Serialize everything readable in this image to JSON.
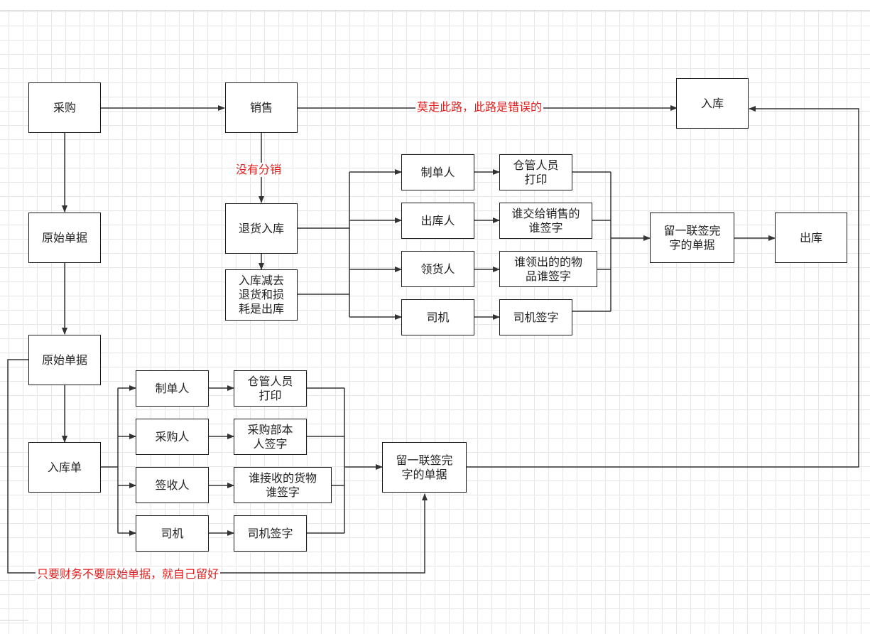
{
  "nodes": {
    "caigou": "采购",
    "xiaoshou": "销售",
    "ruku_top": "入库",
    "yuanshi1": "原始单据",
    "yuanshi2": "原始单据",
    "ruku_dan": "入库单",
    "tuihuo": "退货入库",
    "jianqu": "入库减去\n退货和损\n耗是出库",
    "u_zhidan": "制单人",
    "u_chuku_ren": "出库人",
    "u_linghuo": "领货人",
    "u_siji": "司机",
    "u_cangguan": "仓管人员\n打印",
    "u_shuijiao": "谁交给销售的\n谁签字",
    "u_shuiling": "谁领出的的物\n品谁签字",
    "u_sijiqian": "司机签字",
    "u_liuyi": "留一联签完\n字的单据",
    "u_chuku": "出库",
    "l_zhidan": "制单人",
    "l_caigouren": "采购人",
    "l_qianshou": "签收人",
    "l_siji": "司机",
    "l_cangguan": "仓管人员\n打印",
    "l_caigoubu": "采购部本\n人签字",
    "l_shuijie": "谁接收的货物\n谁签字",
    "l_sijiqian": "司机签字",
    "l_liuyi": "留一联签完\n字的单据"
  },
  "labels": {
    "wrong_path": "莫走此路，此路是错误的",
    "no_distribution": "没有分销",
    "finance_note": "只要财务不要原始单据，就自己留好"
  },
  "colors": {
    "line": "#333333",
    "border": "#1a1a1a",
    "annotation": "#e02020"
  }
}
